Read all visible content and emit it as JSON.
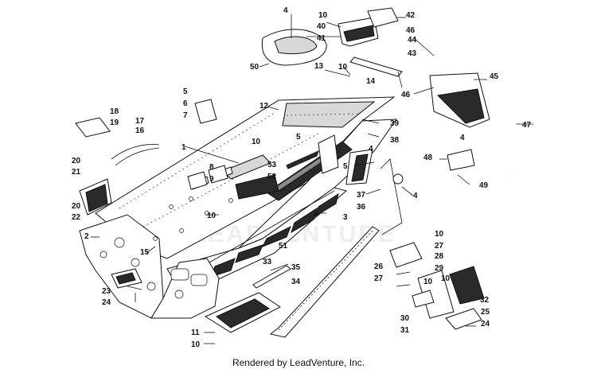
{
  "watermark": "LEADVENTURE",
  "credit": "Rendered by LeadVenture, Inc.",
  "callouts": [
    "1",
    "2",
    "3",
    "4",
    "4",
    "4",
    "4",
    "5",
    "5",
    "5",
    "6",
    "7",
    "8",
    "9",
    "10",
    "10",
    "10",
    "10",
    "10",
    "10",
    "10",
    "10",
    "11",
    "12",
    "13",
    "14",
    "15",
    "16",
    "17",
    "18",
    "19",
    "20",
    "20",
    "21",
    "22",
    "23",
    "24",
    "24",
    "25",
    "26",
    "27",
    "27",
    "28",
    "29",
    "30",
    "31",
    "32",
    "33",
    "34",
    "35",
    "36",
    "37",
    "38",
    "39",
    "40",
    "41",
    "42",
    "43",
    "44",
    "45",
    "46",
    "46",
    "47",
    "48",
    "49",
    "50",
    "51",
    "52",
    "53"
  ]
}
